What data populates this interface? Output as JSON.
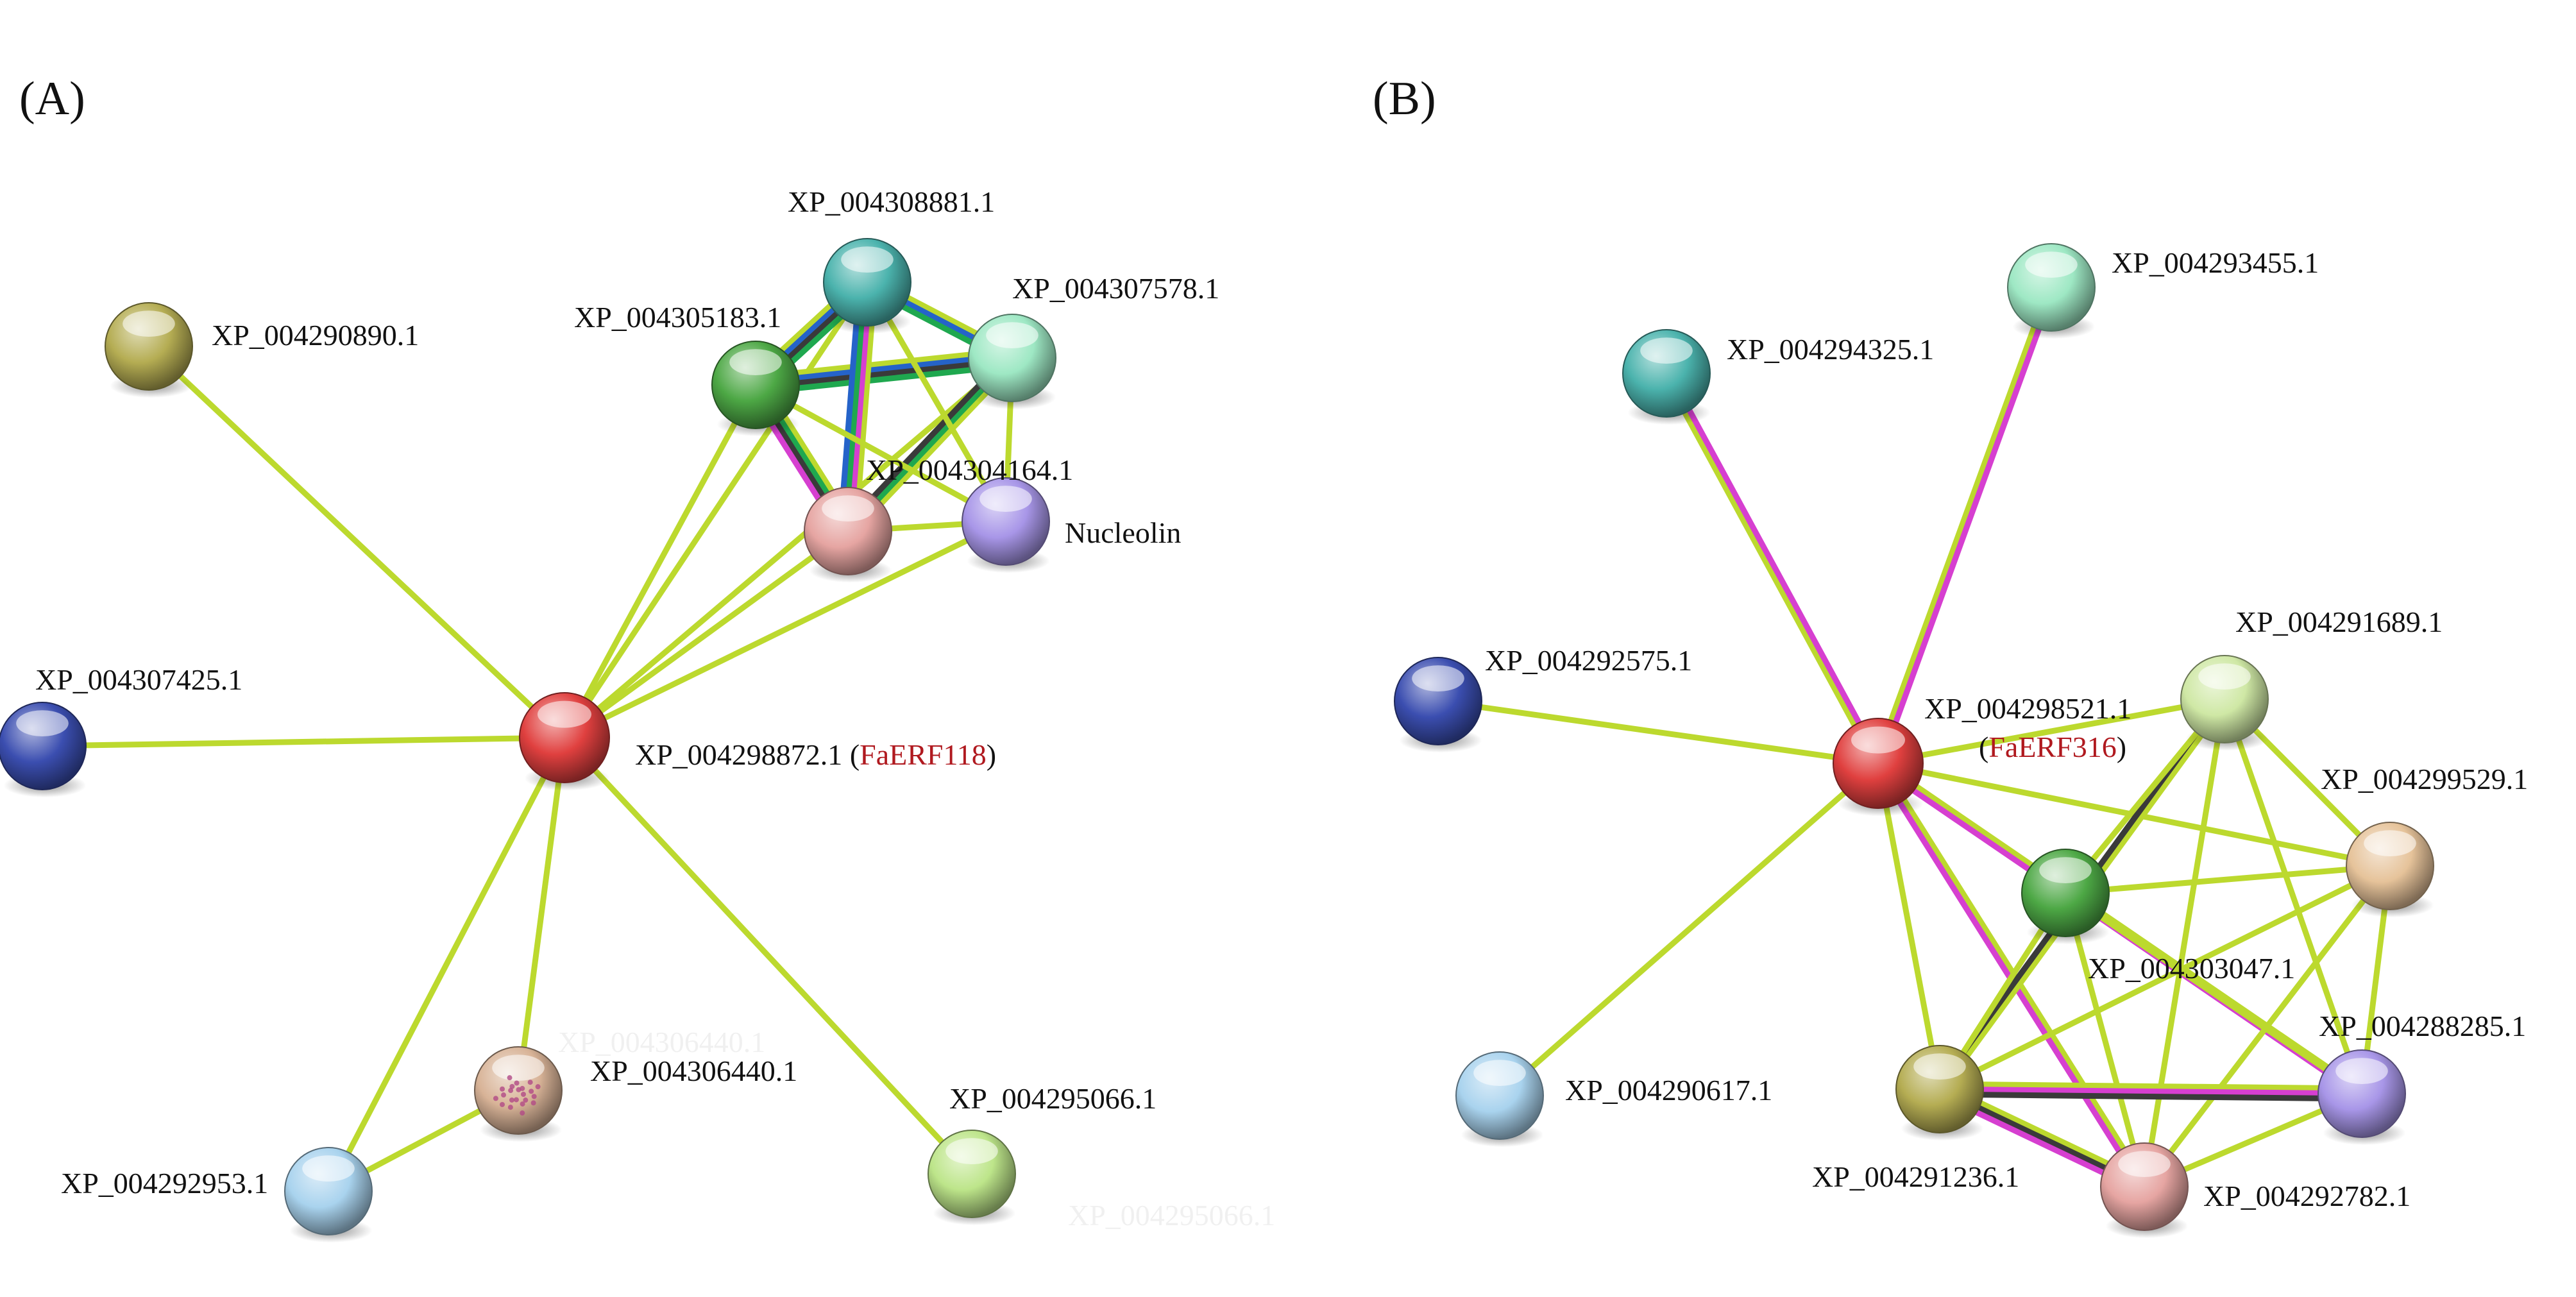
{
  "panels": [
    {
      "label": "(A)",
      "nodes": [
        {
          "id": "a_center",
          "label": "XP_004298872.1",
          "hub_name": "FaERF118",
          "color": "#e0403f",
          "hub": true
        },
        {
          "id": "a_881",
          "label": "XP_004308881.1",
          "color": "#4bb3ad"
        },
        {
          "id": "a_578",
          "label": "XP_004307578.1",
          "color": "#9ee8c4"
        },
        {
          "id": "a_183",
          "label": "XP_004305183.1",
          "color": "#4da845"
        },
        {
          "id": "a_164",
          "label": "XP_004304164.1",
          "color": "#e6a5a2"
        },
        {
          "id": "a_nuc",
          "label": "Nucleolin",
          "color": "#a896e8"
        },
        {
          "id": "a_890",
          "label": "XP_004290890.1",
          "color": "#b5ad53"
        },
        {
          "id": "a_425",
          "label": "XP_004307425.1",
          "color": "#3b4eb0"
        },
        {
          "id": "a_440",
          "label": "XP_004306440.1",
          "color": "#d8b397",
          "structure_icon": true
        },
        {
          "id": "a_953",
          "label": "XP_004292953.1",
          "color": "#a9d3ee"
        },
        {
          "id": "a_066",
          "label": "XP_004295066.1",
          "color": "#bde58a"
        }
      ],
      "ghost_labels": [
        "XP_004306440.1",
        "XP_004295066.1"
      ],
      "edges": [
        [
          "a_center",
          "a_890",
          [
            "#bcd92e"
          ]
        ],
        [
          "a_center",
          "a_425",
          [
            "#bcd92e"
          ]
        ],
        [
          "a_center",
          "a_953",
          [
            "#bcd92e"
          ]
        ],
        [
          "a_center",
          "a_440",
          [
            "#bcd92e"
          ]
        ],
        [
          "a_953",
          "a_440",
          [
            "#bcd92e"
          ]
        ],
        [
          "a_center",
          "a_066",
          [
            "#bcd92e"
          ]
        ],
        [
          "a_center",
          "a_183",
          [
            "#bcd92e"
          ]
        ],
        [
          "a_center",
          "a_881",
          [
            "#bcd92e"
          ]
        ],
        [
          "a_center",
          "a_164",
          [
            "#bcd92e"
          ]
        ],
        [
          "a_center",
          "a_nuc",
          [
            "#bcd92e"
          ]
        ],
        [
          "a_center",
          "a_578",
          [
            "#bcd92e"
          ]
        ],
        [
          "a_183",
          "a_881",
          [
            "#bcd92e",
            "#2563c9",
            "#3a3a3a",
            "#1fa84f"
          ]
        ],
        [
          "a_183",
          "a_578",
          [
            "#bcd92e",
            "#2563c9",
            "#3a3a3a",
            "#1fa84f"
          ]
        ],
        [
          "a_881",
          "a_578",
          [
            "#bcd92e",
            "#2563c9",
            "#1fa84f"
          ]
        ],
        [
          "a_183",
          "a_164",
          [
            "#bcd92e",
            "#1fa84f",
            "#3a3a3a",
            "#d63fd0"
          ]
        ],
        [
          "a_881",
          "a_164",
          [
            "#bcd92e",
            "#d63fd0",
            "#1fa84f",
            "#2563c9"
          ]
        ],
        [
          "a_578",
          "a_164",
          [
            "#bcd92e",
            "#1fa84f",
            "#3a3a3a"
          ]
        ],
        [
          "a_164",
          "a_nuc",
          [
            "#bcd92e"
          ]
        ],
        [
          "a_183",
          "a_nuc",
          [
            "#bcd92e"
          ]
        ],
        [
          "a_881",
          "a_nuc",
          [
            "#bcd92e"
          ]
        ],
        [
          "a_578",
          "a_nuc",
          [
            "#bcd92e"
          ]
        ]
      ]
    },
    {
      "label": "(B)",
      "nodes": [
        {
          "id": "b_center",
          "label": "XP_004298521.1",
          "hub_name": "FaERF316",
          "color": "#e0403f",
          "hub": true
        },
        {
          "id": "b_455",
          "label": "XP_004293455.1",
          "color": "#9ee8c4"
        },
        {
          "id": "b_325",
          "label": "XP_004294325.1",
          "color": "#4bb3ad"
        },
        {
          "id": "b_575",
          "label": "XP_004292575.1",
          "color": "#3b4eb0"
        },
        {
          "id": "b_689",
          "label": "XP_004291689.1",
          "color": "#cfe8a5"
        },
        {
          "id": "b_529",
          "label": "XP_004299529.1",
          "color": "#e6c39a"
        },
        {
          "id": "b_047",
          "label": "XP_004303047.1",
          "color": "#4da845"
        },
        {
          "id": "b_285",
          "label": "XP_004288285.1",
          "color": "#a896e8"
        },
        {
          "id": "b_617",
          "label": "XP_004290617.1",
          "color": "#a9d3ee"
        },
        {
          "id": "b_236",
          "label": "XP_004291236.1",
          "color": "#b5ad53"
        },
        {
          "id": "b_782",
          "label": "XP_004292782.1",
          "color": "#e6a5a2"
        }
      ],
      "ghost_labels": [],
      "edges": [
        [
          "b_center",
          "b_575",
          [
            "#bcd92e"
          ]
        ],
        [
          "b_center",
          "b_617",
          [
            "#bcd92e"
          ]
        ],
        [
          "b_center",
          "b_325",
          [
            "#bcd92e",
            "#d63fd0"
          ]
        ],
        [
          "b_center",
          "b_455",
          [
            "#bcd92e",
            "#d63fd0"
          ]
        ],
        [
          "b_center",
          "b_689",
          [
            "#bcd92e"
          ]
        ],
        [
          "b_center",
          "b_529",
          [
            "#bcd92e"
          ]
        ],
        [
          "b_center",
          "b_047",
          [
            "#bcd92e"
          ]
        ],
        [
          "b_center",
          "b_236",
          [
            "#bcd92e"
          ]
        ],
        [
          "b_center",
          "b_782",
          [
            "#bcd92e",
            "#d63fd0"
          ]
        ],
        [
          "b_center",
          "b_285",
          [
            "#bcd92e",
            "#d63fd0"
          ]
        ],
        [
          "b_689",
          "b_236",
          [
            "#bcd92e",
            "#3a3a3a"
          ]
        ],
        [
          "b_689",
          "b_529",
          [
            "#bcd92e"
          ]
        ],
        [
          "b_689",
          "b_047",
          [
            "#bcd92e"
          ]
        ],
        [
          "b_689",
          "b_285",
          [
            "#bcd92e"
          ]
        ],
        [
          "b_689",
          "b_782",
          [
            "#bcd92e"
          ]
        ],
        [
          "b_529",
          "b_047",
          [
            "#bcd92e"
          ]
        ],
        [
          "b_529",
          "b_236",
          [
            "#bcd92e"
          ]
        ],
        [
          "b_529",
          "b_285",
          [
            "#bcd92e"
          ]
        ],
        [
          "b_529",
          "b_782",
          [
            "#bcd92e"
          ]
        ],
        [
          "b_047",
          "b_236",
          [
            "#bcd92e"
          ]
        ],
        [
          "b_047",
          "b_285",
          [
            "#bcd92e"
          ]
        ],
        [
          "b_047",
          "b_782",
          [
            "#bcd92e"
          ]
        ],
        [
          "b_236",
          "b_285",
          [
            "#bcd92e",
            "#d63fd0",
            "#3a3a3a"
          ]
        ],
        [
          "b_236",
          "b_782",
          [
            "#bcd92e",
            "#3a3a3a",
            "#d63fd0"
          ]
        ],
        [
          "b_285",
          "b_782",
          [
            "#bcd92e"
          ]
        ]
      ]
    }
  ]
}
